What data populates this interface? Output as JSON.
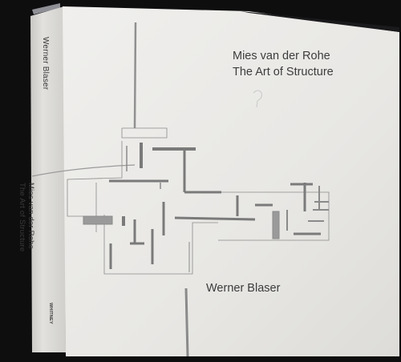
{
  "book": {
    "spine": {
      "author": "Werner Blaser",
      "title_line1": "Mies van der Rohe",
      "title_line2": "The Art of Structure",
      "publisher": "WHITNEY"
    },
    "cover": {
      "title_line1": "Mies van der Rohe",
      "title_line2": "The Art of Structure",
      "author": "Werner Blaser"
    }
  },
  "colors": {
    "background": "#0e0e0f",
    "cover": "#e9e8e6",
    "spine": "#dcdbd8",
    "plan_lines": "#7a7a7a",
    "text": "#3c3c3c"
  }
}
